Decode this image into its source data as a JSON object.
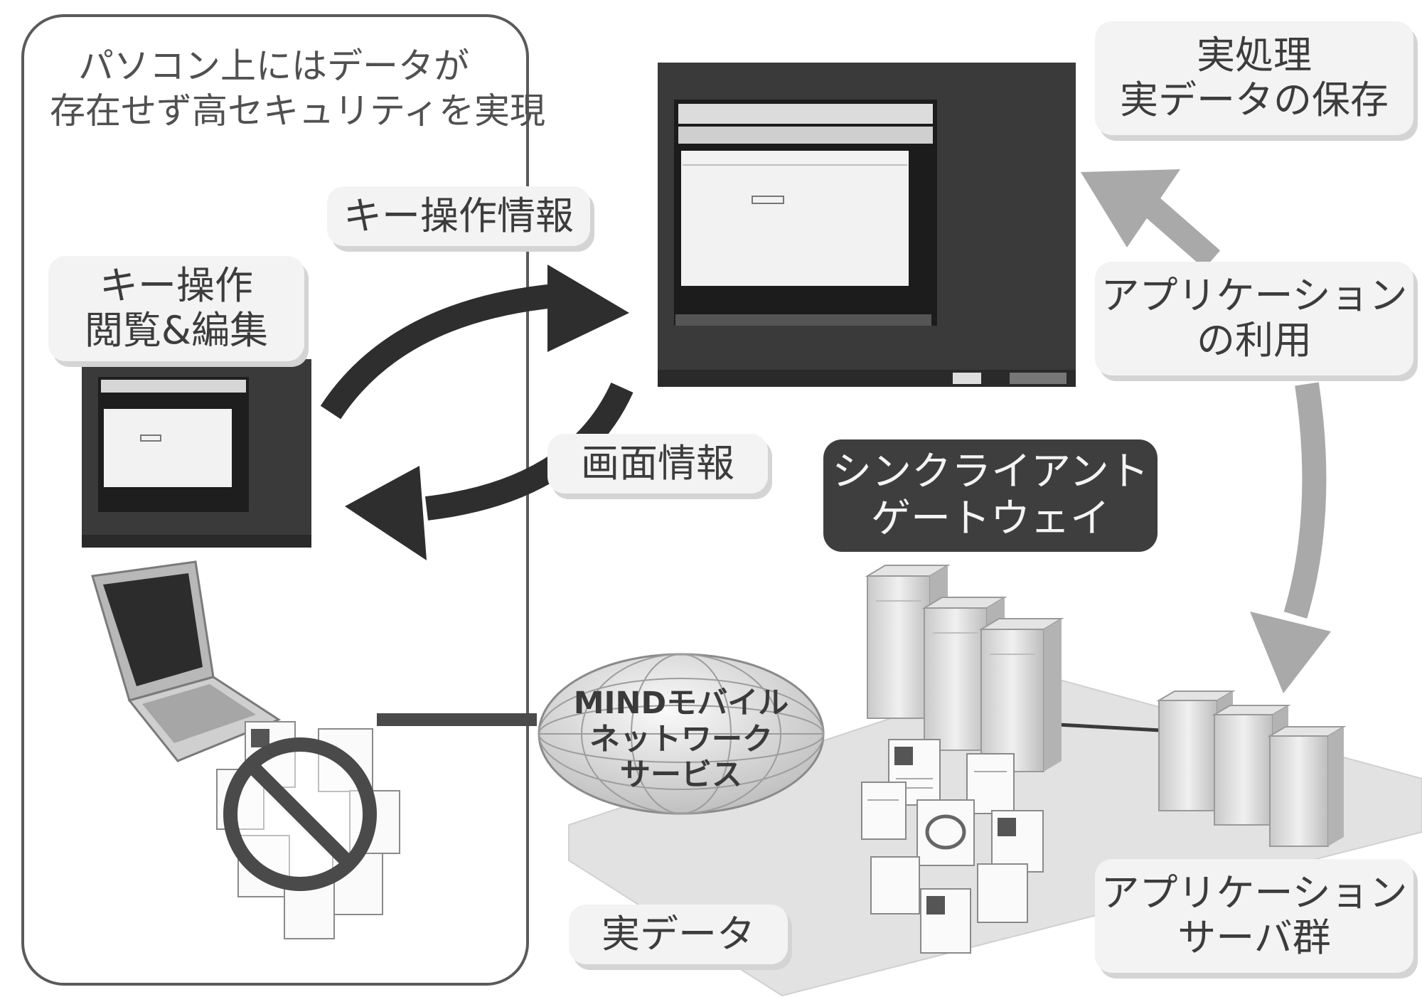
{
  "client_panel": {
    "caption_line1": "パソコン上にはデータが",
    "caption_line2": "存在せず高セキュリティを実現"
  },
  "labels": {
    "key_operation_info": "キー操作情報",
    "key_operation_line1": "キー操作",
    "key_operation_line2": "閲覧&編集",
    "screen_info": "画面情報",
    "real_processing_line1": "実処理",
    "real_processing_line2": "実データの保存",
    "app_usage_line1": "アプリケーション",
    "app_usage_line2": "の利用",
    "gateway_line1": "シンクライアント",
    "gateway_line2": "ゲートウェイ",
    "network_line1": "MINDモバイル",
    "network_line2": "ネットワーク",
    "network_line3": "サービス",
    "real_data": "実データ",
    "app_servers_line1": "アプリケーション",
    "app_servers_line2": "サーバ群"
  },
  "colors": {
    "arrow_dark": "#2e2e2e",
    "arrow_light": "#a9a9a9",
    "gateway_box": "#3e3e3e",
    "label_bg": "#f3f3f3"
  },
  "icons": [
    "laptop-icon",
    "server-icon",
    "globe-icon",
    "document-icon",
    "prohibited-icon"
  ]
}
